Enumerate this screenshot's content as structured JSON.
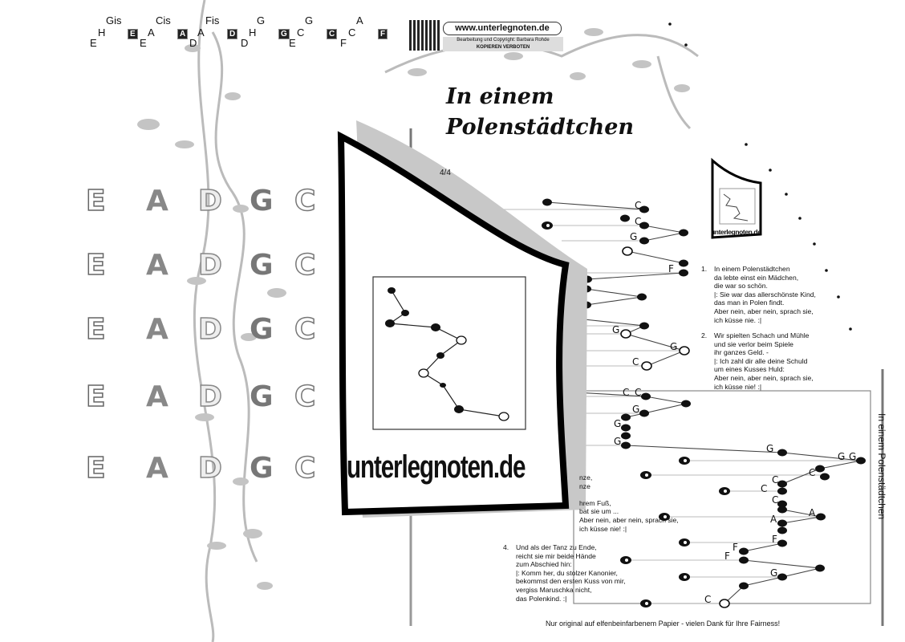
{
  "header": {
    "key_sequence": [
      {
        "low": "E",
        "mid": "H",
        "high": "Gis",
        "box": "E"
      },
      {
        "low": "E",
        "mid": "A",
        "high": "Cis",
        "box": "A"
      },
      {
        "low": "D",
        "mid": "A",
        "high": "Fis",
        "box": "D"
      },
      {
        "low": "D",
        "mid": "H",
        "high": "G",
        "box": "G"
      },
      {
        "low": "E",
        "mid": "C",
        "high": "G",
        "box": "C"
      },
      {
        "low": "F",
        "mid": "C",
        "high": "A",
        "box": "F"
      }
    ],
    "website": "www.unterlegnoten.de",
    "copyright": "Bearbeitung und Copyright: Barbara Rohde",
    "notice": "KOPIEREN VERBOTEN"
  },
  "title": {
    "line1": "In einem",
    "line2": "Polenstädtchen"
  },
  "meter": "4/4",
  "string_rows": [
    [
      "E",
      "A",
      "D",
      "G",
      "C"
    ],
    [
      "E",
      "A",
      "D",
      "G",
      "C"
    ],
    [
      "E",
      "A",
      "D",
      "G",
      "C"
    ],
    [
      "E",
      "A",
      "D",
      "G",
      "C"
    ],
    [
      "E",
      "A",
      "D",
      "G",
      "C"
    ]
  ],
  "logo": {
    "text": "unterlegnoten.de"
  },
  "lyrics": [
    {
      "num": "1.",
      "text": "In einem Polenstädtchen\nda lebte einst ein Mädchen,\ndie war so schön.\n|: Sie war das allerschönste Kind,\ndas man in Polen findt.\nAber nein, aber nein, sprach sie,\nich küsse nie. :|"
    },
    {
      "num": "2.",
      "text": "Wir spielten Schach und Mühle\nund sie verlor beim Spiele\nihr ganzes Geld. -\n|: Ich zahl dir alle deine Schuld\num eines Kusses Huld:\nAber nein, aber nein, sprach sie,\nich küsse nie! :|"
    },
    {
      "num": "",
      "text": "nze,\nnze\n\nhrem Fuß,\nbat sie um ...\nAber nein, aber nein, sprach sie,\nich küsse nie! :|"
    },
    {
      "num": "4.",
      "text": "Und als der Tanz zu Ende,\nreicht sie mir beide Hände\nzum Abschied hin:\n|: Komm her, du stolzer Kanonier,\nbekommst den ersten Kuss von mir,\nvergiss Maruschka nicht,\ndas Polenkind. :|"
    }
  ],
  "note_labels": [
    "C",
    "C",
    "G",
    "F",
    "G",
    "G",
    "C",
    "C",
    "C",
    "G",
    "G",
    "G",
    "G",
    "G",
    "G",
    "C",
    "C",
    "C",
    "C",
    "A",
    "A",
    "F",
    "F",
    "F",
    "G",
    "C"
  ],
  "side_title": "In einem Polenstädtchen",
  "footer": "Nur original auf elfenbeinfarbenem Papier - vielen Dank für Ihre Fairness!",
  "colors": {
    "vine": "#b0b0b0",
    "outline": "#666666",
    "ink": "#111111"
  }
}
